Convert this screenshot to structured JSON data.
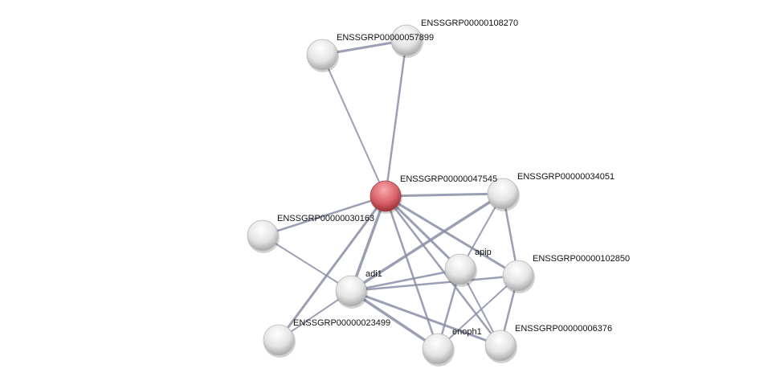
{
  "network": {
    "query_node": "ENSSGRP00000047545",
    "nodes": [
      {
        "id": "n047545",
        "label": "ENSSGRP00000047545",
        "query": true
      },
      {
        "id": "n057899",
        "label": "ENSSGRP00000057899"
      },
      {
        "id": "n108270",
        "label": "ENSSGRP00000108270"
      },
      {
        "id": "n034051",
        "label": "ENSSGRP00000034051"
      },
      {
        "id": "n030163",
        "label": "ENSSGRP00000030163"
      },
      {
        "id": "napip",
        "label": "apip"
      },
      {
        "id": "n102850",
        "label": "ENSSGRP00000102850"
      },
      {
        "id": "nadi1",
        "label": "adi1"
      },
      {
        "id": "n023499",
        "label": "ENSSGRP00000023499"
      },
      {
        "id": "nenoph1",
        "label": "enoph1"
      },
      {
        "id": "n006376",
        "label": "ENSSGRP00000006376"
      }
    ],
    "edges": [
      [
        "n057899",
        "n108270"
      ],
      [
        "n047545",
        "n057899"
      ],
      [
        "n047545",
        "n108270"
      ],
      [
        "n047545",
        "n034051"
      ],
      [
        "n047545",
        "n030163"
      ],
      [
        "n047545",
        "nadi1"
      ],
      [
        "n047545",
        "n023499"
      ],
      [
        "n047545",
        "nenoph1"
      ],
      [
        "n047545",
        "n006376"
      ],
      [
        "n047545",
        "napip"
      ],
      [
        "n047545",
        "n102850"
      ],
      [
        "n030163",
        "nadi1"
      ],
      [
        "nadi1",
        "n034051"
      ],
      [
        "nadi1",
        "napip"
      ],
      [
        "nadi1",
        "n102850"
      ],
      [
        "nadi1",
        "n023499"
      ],
      [
        "nadi1",
        "nenoph1"
      ],
      [
        "nadi1",
        "n006376"
      ],
      [
        "n034051",
        "napip"
      ],
      [
        "n034051",
        "n102850"
      ],
      [
        "napip",
        "nenoph1"
      ],
      [
        "napip",
        "n006376"
      ],
      [
        "n102850",
        "nenoph1"
      ],
      [
        "n102850",
        "n006376"
      ]
    ],
    "colors": {
      "query": "#d9636b",
      "node": "#e6e6e6",
      "edge": "#8a8ea6"
    }
  }
}
